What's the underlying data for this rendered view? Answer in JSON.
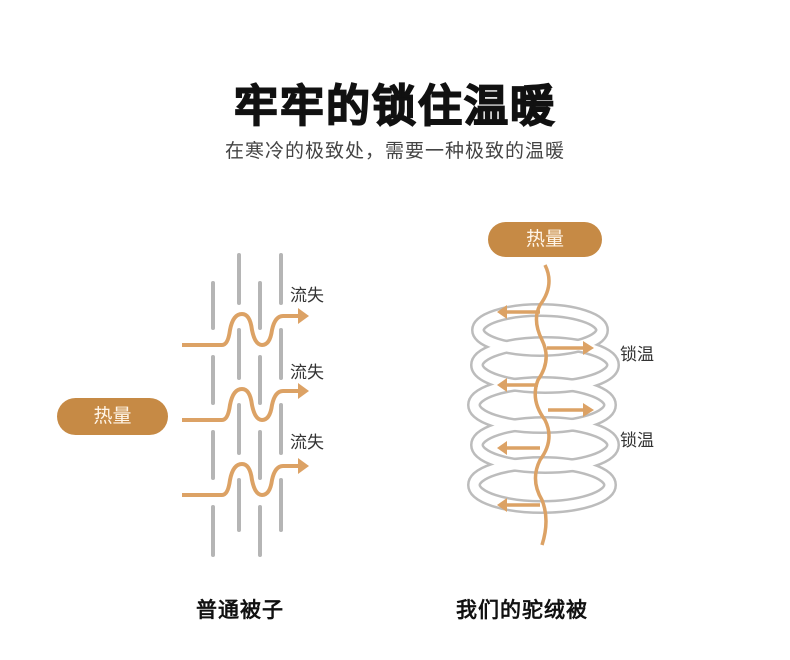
{
  "header": {
    "title": "牢牢的锁住温暖",
    "subtitle": "在寒冷的极致处，需要一种极致的温暖"
  },
  "left_diagram": {
    "heat_label": "热量",
    "loss_labels": [
      "流失",
      "流失",
      "流失"
    ],
    "caption": "普通被子"
  },
  "right_diagram": {
    "heat_label": "热量",
    "lock_labels": [
      "锁温",
      "锁温"
    ],
    "caption": "我们的驼绒被"
  },
  "colors": {
    "accent": "#c68a45",
    "arrow": "#dca265",
    "fiber": "#b5b5b5",
    "coil": "#bcbcbc"
  }
}
